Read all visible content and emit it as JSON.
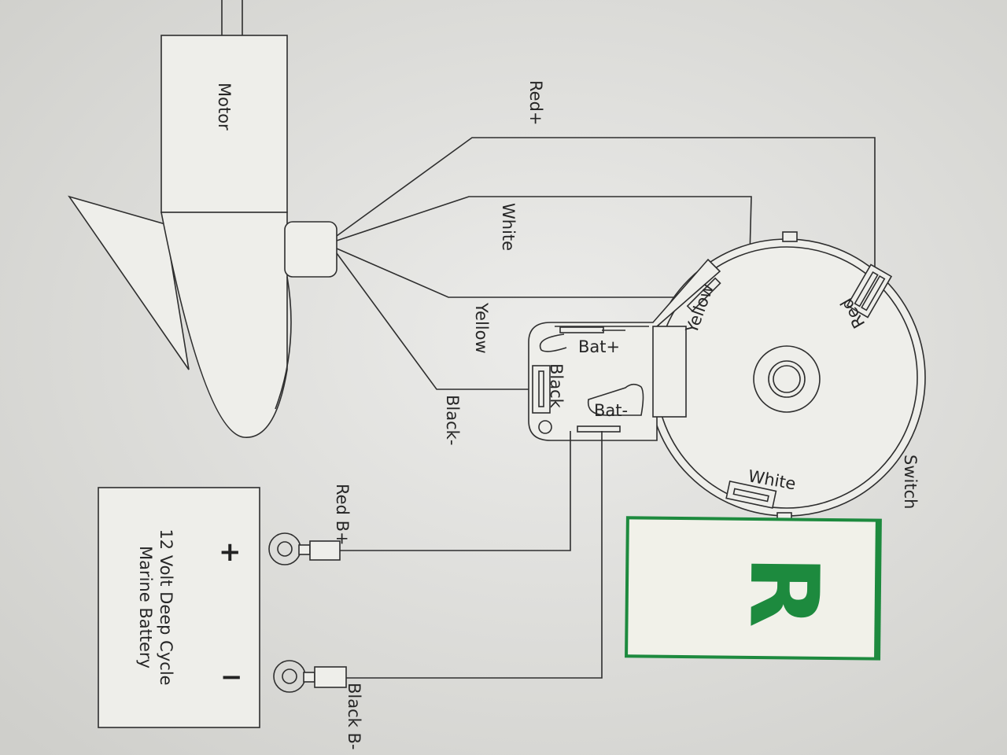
{
  "colors": {
    "paper": "#e6e6e2",
    "ink": "#2e2e2e",
    "card_green": "#1d8a3e",
    "card_bg": "#f1f1e9"
  },
  "motor": {
    "label": "Motor"
  },
  "wires": {
    "red": "Red+",
    "white": "White",
    "yellow": "Yellow",
    "black": "Black-"
  },
  "switch": {
    "label": "Switch",
    "terminals": {
      "bat_plus": "Bat+",
      "bat_minus": "Bat-",
      "black": "Black",
      "yellow": "Yellow",
      "red": "Red",
      "white": "White"
    }
  },
  "battery": {
    "line1": "12 Volt Deep Cycle",
    "line2": "Marine Battery",
    "plus": "+",
    "minus": "−"
  },
  "battery_leads": {
    "positive": "Red B+",
    "negative": "Black B-"
  },
  "card": {
    "letter": "R"
  }
}
